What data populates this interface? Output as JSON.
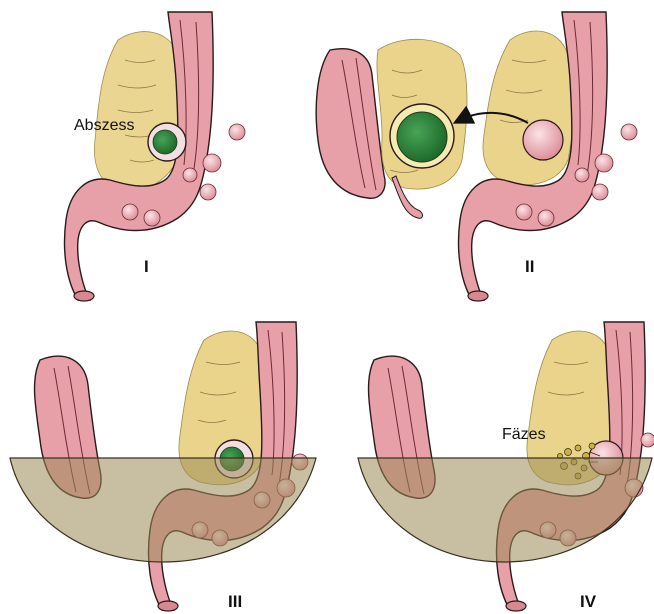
{
  "labels": {
    "abscess": "Abszess",
    "feces": "Fäzes"
  },
  "stages": [
    {
      "numeral": "I"
    },
    {
      "numeral": "II"
    },
    {
      "numeral": "III"
    },
    {
      "numeral": "IV"
    }
  ],
  "colors": {
    "colon": "#e8a0a8",
    "colon_outline": "#2a1a1a",
    "mesentery": "#ead48c",
    "abscess_pus": "#2e8b3e",
    "abscess_wall": "#f2dfe2",
    "pelvis_fluid": "#9b8a58",
    "lymph_node": "#f0b8c0"
  }
}
